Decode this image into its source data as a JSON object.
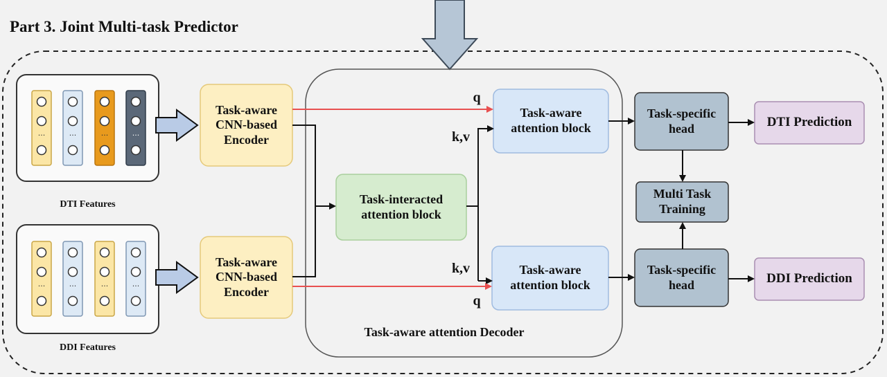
{
  "title": "Part 3. Joint Multi-task Predictor",
  "features": {
    "dti_label": "DTI Features",
    "ddi_label": "DDI Features",
    "dots": "···"
  },
  "encoder": {
    "label": "Task-aware\nCNN-based\nEncoder"
  },
  "interacted": {
    "label": "Task-interacted\nattention block"
  },
  "attention_block": {
    "label": "Task-aware\nattention block"
  },
  "decoder": {
    "label": "Task-aware attention Decoder"
  },
  "qkv": {
    "q": "q",
    "kv": "k,v"
  },
  "head": {
    "label": "Task-specific\nhead"
  },
  "multitask": {
    "label": "Multi Task\nTraining"
  },
  "predictions": {
    "dti": "DTI Prediction",
    "ddi": "DDI Prediction"
  },
  "colors": {
    "yellow": "#fbe6a6",
    "blue_light": "#dde9f5",
    "orange": "#e89a1d",
    "slate": "#5b6878",
    "encoder_fill": "#fdefc2",
    "green_fill": "#d6eccf",
    "attn_fill": "#d8e7f8",
    "head_fill": "#b1c2d0",
    "pred_fill": "#e6d8ea",
    "red": "#e85050",
    "arrow_fill": "#b9cbe6"
  }
}
